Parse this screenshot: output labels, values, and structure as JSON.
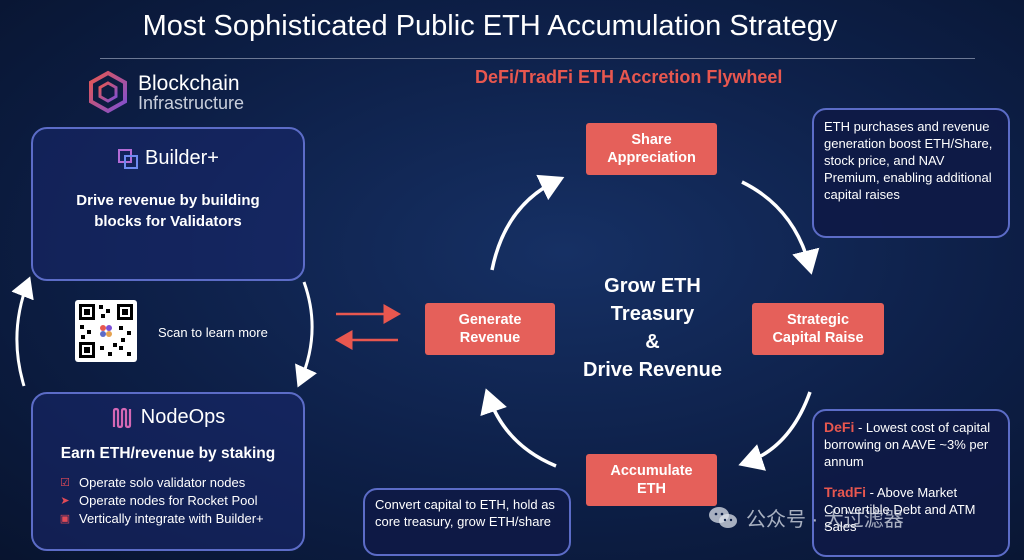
{
  "page_title": "Most Sophisticated Public ETH Accumulation Strategy",
  "flywheel_title": "DeFi/TradFi ETH Accretion Flywheel",
  "logo": {
    "line1": "Blockchain",
    "line2": "Infrastructure"
  },
  "builder": {
    "brand": "Builder+",
    "heading_line1": "Drive revenue by building",
    "heading_line2": "blocks for Validators"
  },
  "qr": {
    "caption": "Scan to learn more"
  },
  "nodeops": {
    "brand": "NodeOps",
    "heading": "Earn ETH/revenue by staking",
    "features": [
      {
        "icon": "checkbox-icon",
        "text": "Operate solo validator nodes"
      },
      {
        "icon": "rocket-icon",
        "text": "Operate nodes for Rocket Pool"
      },
      {
        "icon": "cube-icon",
        "text": "Vertically integrate with Builder+"
      }
    ]
  },
  "flywheel": {
    "share": {
      "line1": "Share",
      "line2": "Appreciation"
    },
    "generate": {
      "line1": "Generate",
      "line2": "Revenue"
    },
    "strategic": {
      "line1": "Strategic",
      "line2": "Capital Raise"
    },
    "accumulate": {
      "line1": "Accumulate",
      "line2": "ETH"
    },
    "center": {
      "line1": "Grow ETH",
      "line2": "Treasury",
      "line3": "&",
      "line4": "Drive Revenue"
    }
  },
  "notes": {
    "top": "ETH purchases and revenue generation boost ETH/Share, stock price, and NAV Premium, enabling additional capital raises",
    "defi_label": "DeFi",
    "defi_text": " - Lowest cost of capital borrowing on AAVE ~3% per annum",
    "tradfi_label": "TradFi",
    "tradfi_text": " - Above Market Convertible Debt and ATM Sales",
    "bottom_left": "Convert capital to ETH, hold as core treasury, grow ETH/share"
  },
  "watermark": {
    "text": "公众号 · 大过滤器"
  },
  "colors": {
    "accent": "#e8574f",
    "node_fill": "#e5605a",
    "card_border": "#5c6cc7",
    "background": "#0d1f47"
  }
}
